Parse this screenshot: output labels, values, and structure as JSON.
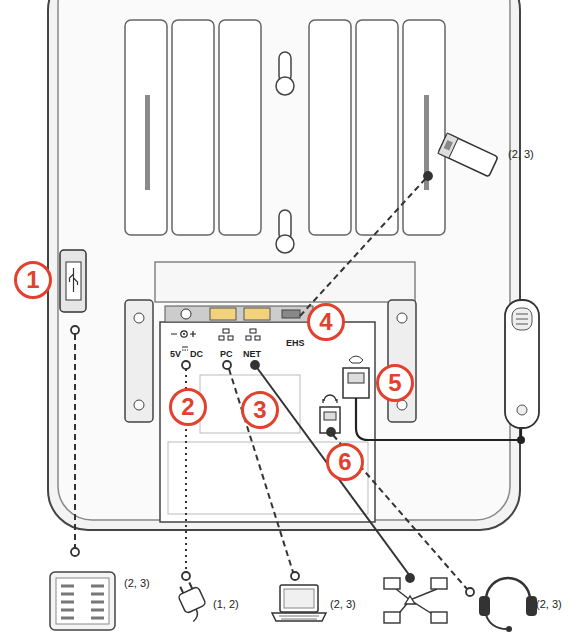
{
  "diagram": {
    "nodes": [
      {
        "text": [
          "1"
        ]
      },
      {
        "text": [
          "2"
        ]
      },
      {
        "text": [
          "3"
        ]
      },
      {
        "text": [
          "4"
        ]
      },
      {
        "text": [
          "5"
        ]
      },
      {
        "text": [
          "6"
        ]
      }
    ],
    "labels": [
      "(2, 3)",
      "EHS",
      "5V",
      "DC",
      "PC",
      "NET",
      "(2, 3)",
      "(1, 2)",
      "(2, 3)",
      "(2, 3)"
    ]
  }
}
